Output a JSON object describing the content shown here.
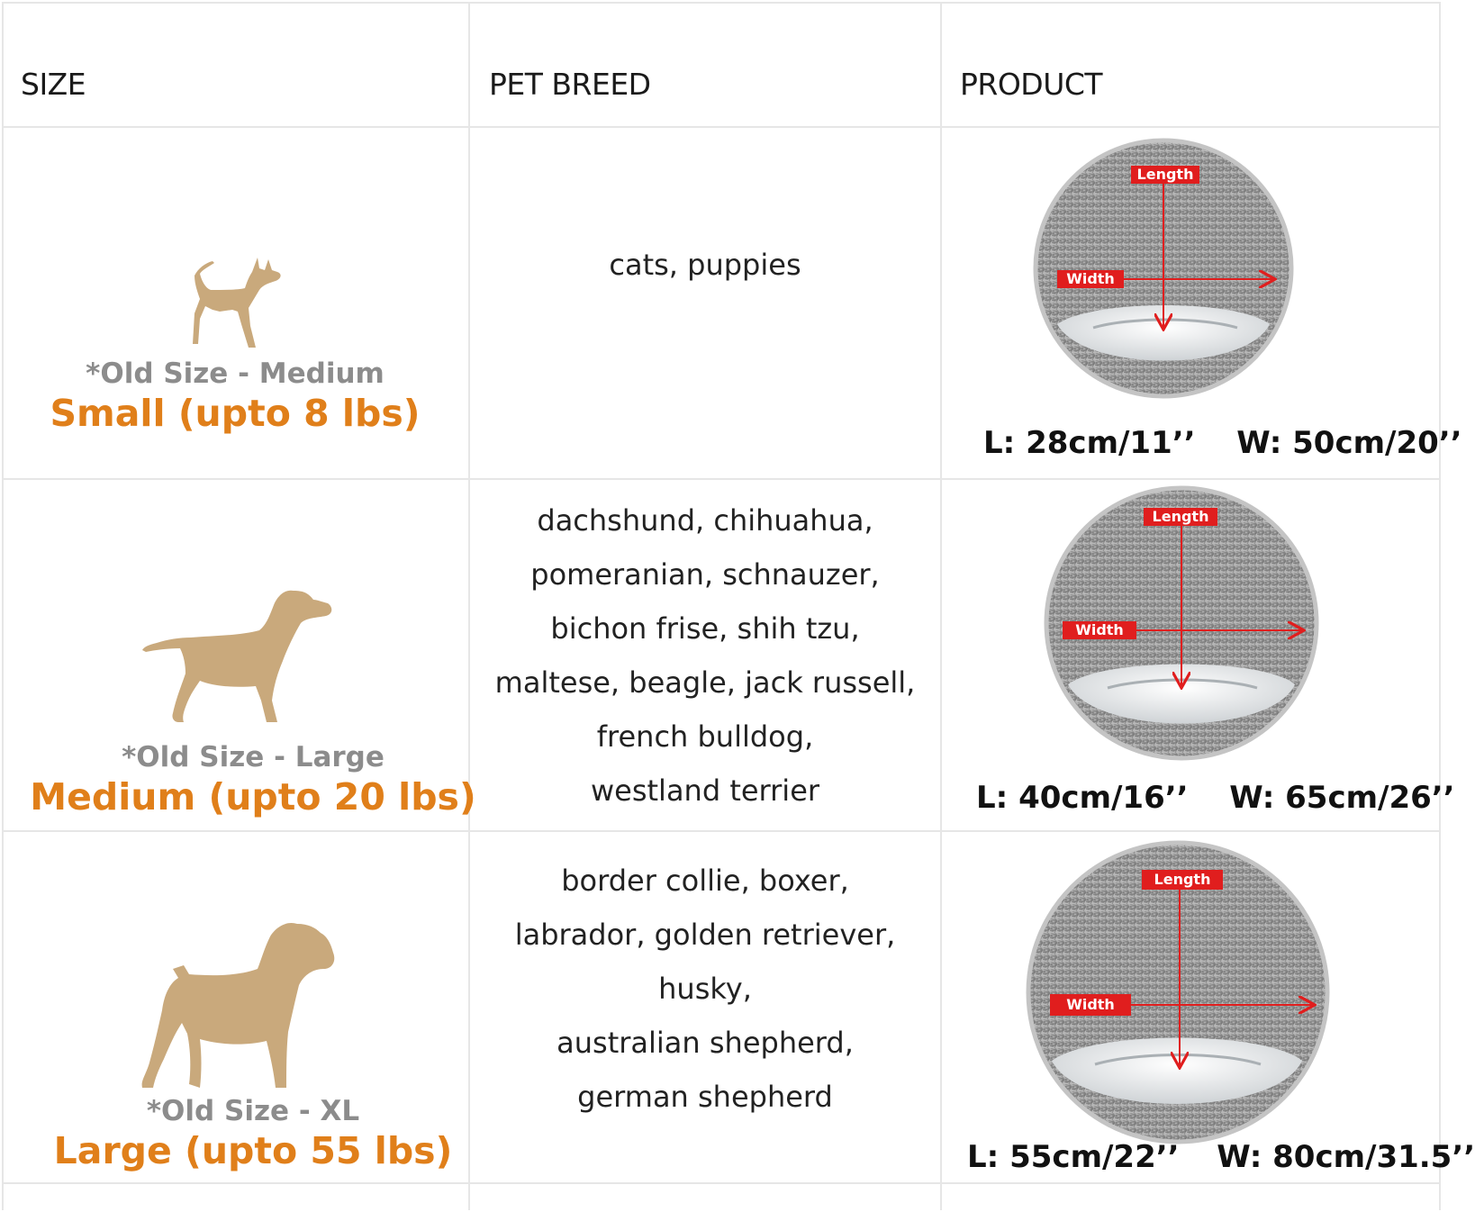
{
  "headers": {
    "size": "SIZE",
    "breed": "PET BREED",
    "product": "PRODUCT"
  },
  "bed_labels": {
    "length": "Length",
    "width": "Width"
  },
  "colors": {
    "size_orange": "#e07f1a",
    "old_size_gray": "#8c8c8c",
    "dog_tan": "#c9a97c",
    "tag_red": "#e01e1e"
  },
  "rows": [
    {
      "old_size": "*Old Size - Medium",
      "new_size": "Small (upto 8 lbs)",
      "dog_icon": "chihuahua-silhouette-icon",
      "breeds": [
        "cats, puppies"
      ],
      "length": "L: 28cm/11’’",
      "width": "W: 50cm/20’’"
    },
    {
      "old_size": "*Old Size - Large",
      "new_size": "Medium (upto 20 lbs)",
      "dog_icon": "labrador-silhouette-icon",
      "breeds": [
        "dachshund, chihuahua,",
        "pomeranian, schnauzer,",
        "bichon frise, shih tzu,",
        "maltese, beagle, jack russell,",
        "french bulldog,",
        "westland terrier"
      ],
      "length": "L: 40cm/16’’",
      "width": "W: 65cm/26’’"
    },
    {
      "old_size": "*Old Size - XL",
      "new_size": "Large (upto 55 lbs)",
      "dog_icon": "boxer-silhouette-icon",
      "breeds": [
        "border collie, boxer,",
        "labrador, golden retriever,",
        "husky,",
        "australian shepherd,",
        "german shepherd"
      ],
      "length": "L: 55cm/22’’",
      "width": "W: 80cm/31.5’’"
    }
  ]
}
